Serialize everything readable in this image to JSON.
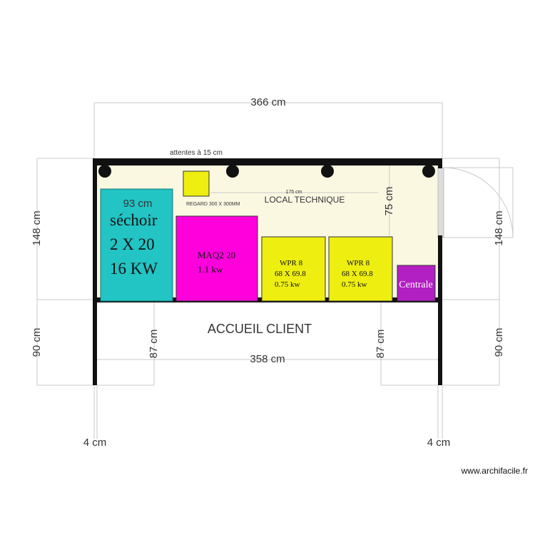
{
  "dimensions": {
    "total_width": "366 cm",
    "attentes": "attentes à 15 cm",
    "left_height_top": "148 cm",
    "right_height_top": "148 cm",
    "left_height_bottom": "90 cm",
    "right_height_bottom": "90 cm",
    "inner_left_bottom": "87 cm",
    "inner_right_bottom": "87 cm",
    "accueil_width": "358 cm",
    "wall_left": "4 cm",
    "wall_right": "4 cm",
    "sechoir_width": "93 cm",
    "inner_175": "175 cm",
    "inner_75": "75 cm"
  },
  "rooms": {
    "local_technique": "LOCAL TECHNIQUE",
    "accueil_client": "ACCUEIL CLIENT"
  },
  "regard": "REGARD 300 X 300MM",
  "equipment": {
    "sechoir": {
      "line1": "séchoir",
      "line2": "2 X 20",
      "line3": "16 KW",
      "color": "#22c4c4"
    },
    "maq": {
      "line1": "MAQ2 20",
      "line2": "1.1 kw",
      "color": "#ff00dd"
    },
    "wpr1": {
      "line1": "WPR 8",
      "line2": "68 X 69.8",
      "line3": "0.75 kw",
      "color": "#eeee11"
    },
    "wpr2": {
      "line1": "WPR 8",
      "line2": "68 X 69.8",
      "line3": "0.75 kw",
      "color": "#eeee11"
    },
    "centrale": {
      "label": "Centrale",
      "color": "#b21fc2"
    }
  },
  "colors": {
    "room_fill": "#fbf8e2",
    "wall": "#111111",
    "regard_fill": "#eeee11",
    "dimension_lines": "#c8c8c8"
  },
  "watermark": "www.archifacile.fr"
}
